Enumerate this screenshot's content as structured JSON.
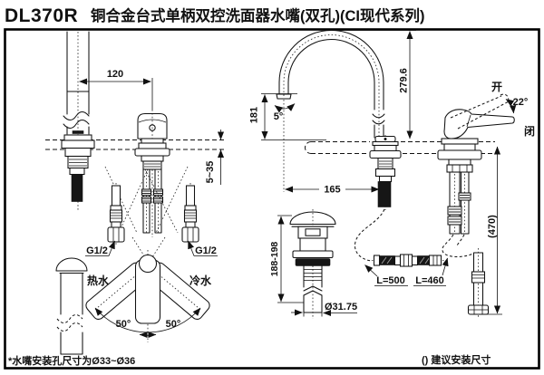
{
  "title": {
    "model": "DL370R",
    "description": "铜合金台式单柄双控洗面器水嘴(双孔)(CI现代系列)"
  },
  "front_view": {
    "center_distance": "120",
    "deck_thickness": "5~35",
    "left_inlet_thread": "G1/2",
    "right_inlet_thread": "G1/2",
    "hot_water": "热水",
    "cold_water": "冷水",
    "swing_left": "50°",
    "swing_right": "50°"
  },
  "side_view": {
    "spout_height": "279.6",
    "outlet_height": "181",
    "outlet_angle": "5°",
    "spout_reach": "165",
    "handle_open": "开",
    "handle_closed": "闭",
    "handle_lift_angle": "22°",
    "hose_drop_length": "(470)"
  },
  "drain": {
    "height_range": "188-198",
    "tailpipe_diameter": "Ø31.75"
  },
  "supply_hoses": {
    "hose_long": "L=500",
    "hose_short": "L=460"
  },
  "notes": {
    "mounting_hole": "*水嘴安装孔尺寸为Ø33~Ø36",
    "recommended": "() 建议安装尺寸"
  }
}
